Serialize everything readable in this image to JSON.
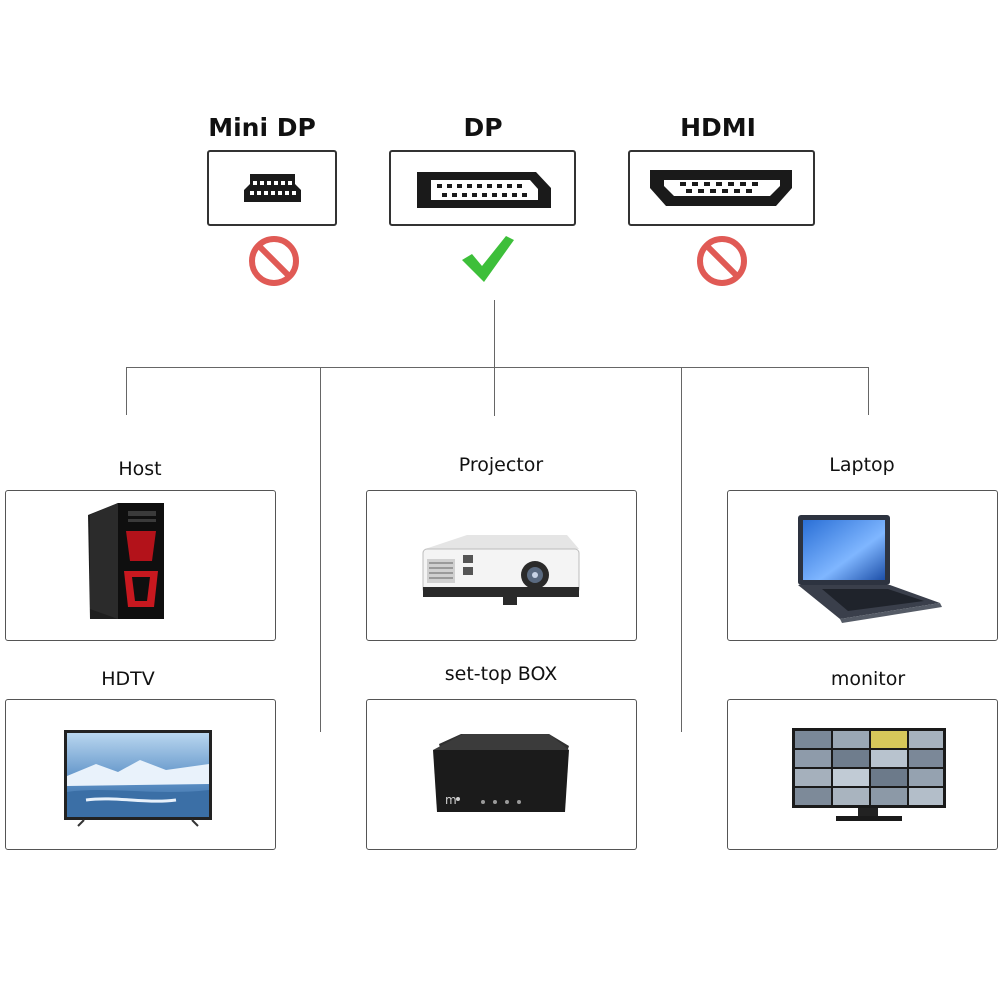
{
  "ports": [
    {
      "id": "mini-dp",
      "label": "Mini DP",
      "status": "not-supported",
      "icon": "mini-displayport-icon"
    },
    {
      "id": "dp",
      "label": "DP",
      "status": "supported",
      "icon": "displayport-icon"
    },
    {
      "id": "hdmi",
      "label": "HDMI",
      "status": "not-supported",
      "icon": "hdmi-icon"
    }
  ],
  "devices": [
    {
      "id": "host",
      "label": "Host",
      "icon": "desktop-tower-icon"
    },
    {
      "id": "projector",
      "label": "Projector",
      "icon": "projector-icon"
    },
    {
      "id": "laptop",
      "label": "Laptop",
      "icon": "laptop-icon"
    },
    {
      "id": "hdtv",
      "label": "HDTV",
      "icon": "tv-icon"
    },
    {
      "id": "set-top-box",
      "label": "set-top BOX",
      "icon": "set-top-box-icon"
    },
    {
      "id": "monitor",
      "label": "monitor",
      "icon": "monitor-icon"
    }
  ],
  "colors": {
    "supported": "#3dbf3a",
    "not_supported": "#e05a55",
    "line": "#666666",
    "border": "#333333"
  }
}
